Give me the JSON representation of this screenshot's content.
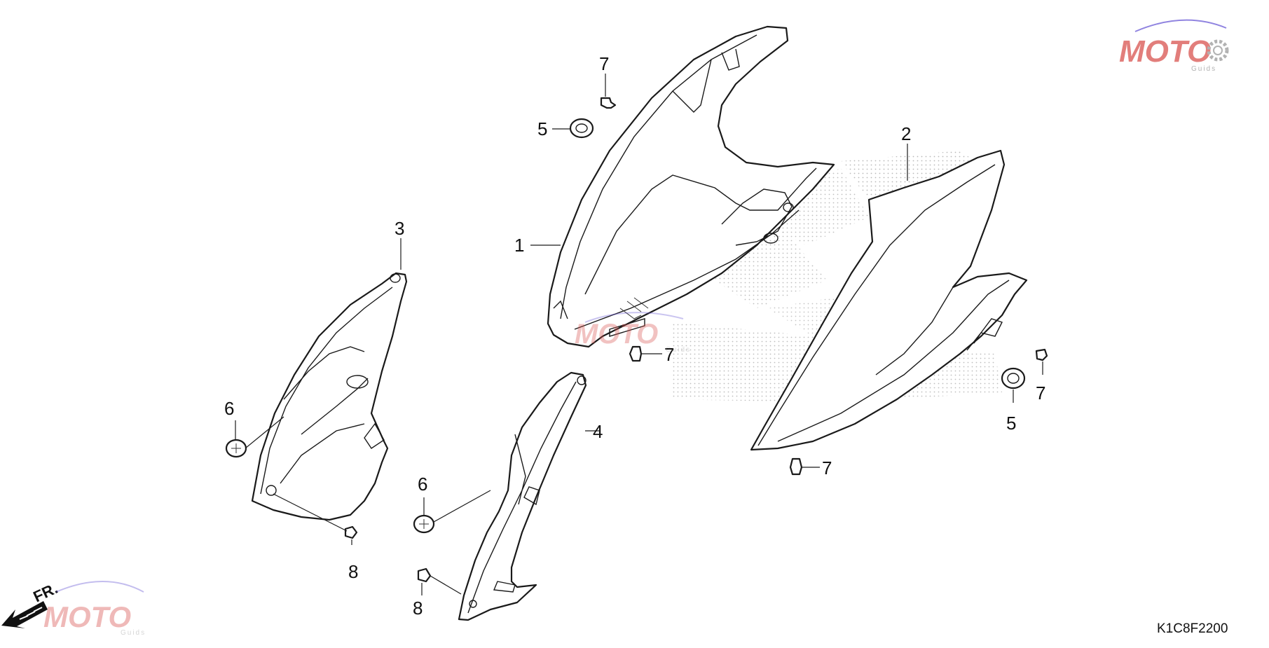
{
  "diagram": {
    "part_labels": [
      {
        "id": "label-1",
        "text": "1"
      },
      {
        "id": "label-2",
        "text": "2"
      },
      {
        "id": "label-3",
        "text": "3"
      },
      {
        "id": "label-4",
        "text": "4"
      },
      {
        "id": "label-5a",
        "text": "5"
      },
      {
        "id": "label-5b",
        "text": "5"
      },
      {
        "id": "label-6a",
        "text": "6"
      },
      {
        "id": "label-6b",
        "text": "6"
      },
      {
        "id": "label-7a",
        "text": "7"
      },
      {
        "id": "label-7b",
        "text": "7"
      },
      {
        "id": "label-7c",
        "text": "7"
      },
      {
        "id": "label-7d",
        "text": "7"
      },
      {
        "id": "label-8a",
        "text": "8"
      },
      {
        "id": "label-8b",
        "text": "8"
      }
    ],
    "diagram_code": "K1C8F2200",
    "direction_label": "FR."
  },
  "watermark": {
    "logo_text": "MOTO",
    "logo_subtext": "Guids"
  },
  "colors": {
    "line": "#1a1a1a",
    "stipple": "#9a9a9a",
    "watermark_red": "#d9534f",
    "watermark_purple": "#6b5bd6"
  }
}
